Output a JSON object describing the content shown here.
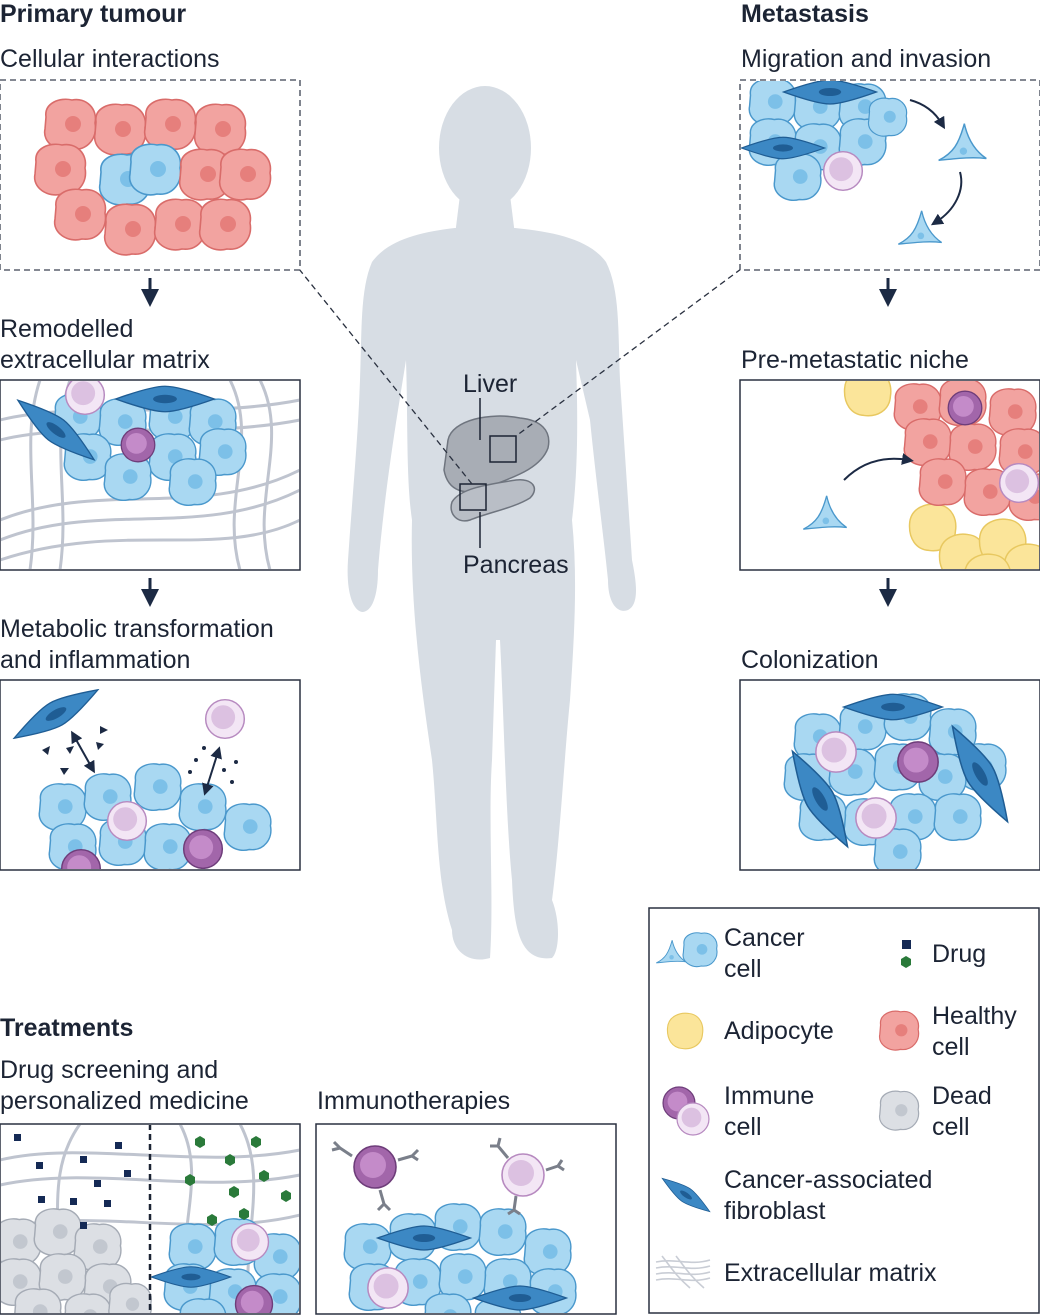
{
  "primary": {
    "title": "Primary tumour",
    "stage1": "Cellular interactions",
    "stage2_line1": "Remodelled",
    "stage2_line2": "extracellular matrix",
    "stage3_line1": "Metabolic transformation",
    "stage3_line2": "and inflammation"
  },
  "metastasis": {
    "title": "Metastasis",
    "stage1": "Migration and invasion",
    "stage2": "Pre-metastatic niche",
    "stage3": "Colonization"
  },
  "body": {
    "liver_label": "Liver",
    "pancreas_label": "Pancreas"
  },
  "treatments": {
    "title": "Treatments",
    "drug_line1": "Drug screening and",
    "drug_line2": "personalized medicine",
    "immuno": "Immunotherapies"
  },
  "legend": {
    "cancer_line1": "Cancer",
    "cancer_line2": "cell",
    "drug": "Drug",
    "adipocyte": "Adipocyte",
    "healthy_line1": "Healthy",
    "healthy_line2": "cell",
    "immune_line1": "Immune",
    "immune_line2": "cell",
    "dead_line1": "Dead",
    "dead_line2": "cell",
    "caf_line1": "Cancer-associated",
    "caf_line2": "fibroblast",
    "ecm": "Extracellular matrix"
  },
  "colors": {
    "cancer_cell": "#a9d8f2",
    "healthy_cell": "#f2a3a0",
    "adipocyte": "#fbe59a",
    "immune_dark": "#a266aa",
    "immune_light": "#f3e6f5",
    "fibroblast": "#3c88c4",
    "dead_cell": "#dcdfe4",
    "body": "#d7dde4",
    "drug_square": "#152a55",
    "drug_hex": "#2a7a3a"
  }
}
